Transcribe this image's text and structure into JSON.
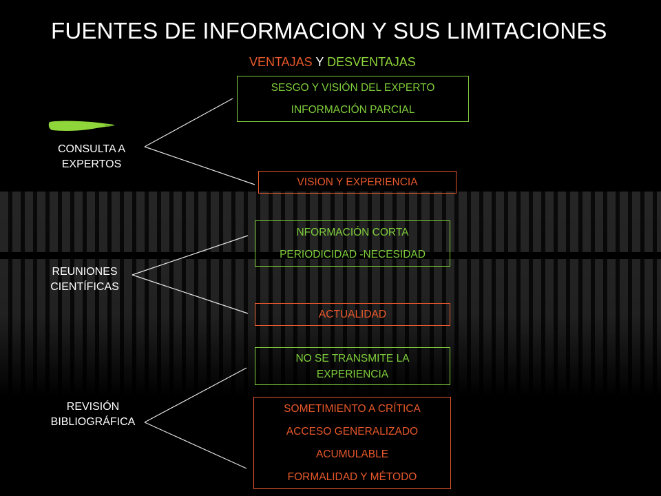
{
  "title": "FUENTES DE INFORMACION Y SUS LIMITACIONES",
  "legend": {
    "advantages": "VENTAJAS",
    "and": "Y",
    "disadvantages": "DESVENTAJAS"
  },
  "colors": {
    "green": "#7fcf3a",
    "orange": "#e8582a",
    "background": "#000000"
  },
  "sources": [
    {
      "label_line1": "CONSULTA A",
      "label_line2": "EXPERTOS",
      "disadvantages": [
        "SESGO Y VISIÓN DEL EXPERTO",
        "INFORMACIÓN  PARCIAL"
      ],
      "advantages": [
        "VISION Y EXPERIENCIA"
      ]
    },
    {
      "label_line1": "REUNIONES",
      "label_line2": "CIENTÍFICAS",
      "disadvantages": [
        "NFORMACIÓN CORTA",
        "PERIODICIDAD -NECESIDAD"
      ],
      "advantages": [
        "ACTUALIDAD"
      ]
    },
    {
      "label_line1": "REVISIÓN",
      "label_line2": "BIBLIOGRÁFICA",
      "disadvantages": [
        "NO SE TRANSMITE LA",
        "EXPERIENCIA"
      ],
      "advantages": [
        "SOMETIMIENTO A CRÍTICA",
        "ACCESO GENERALIZADO",
        "ACUMULABLE",
        "FORMALIDAD Y MÉTODO"
      ]
    }
  ]
}
